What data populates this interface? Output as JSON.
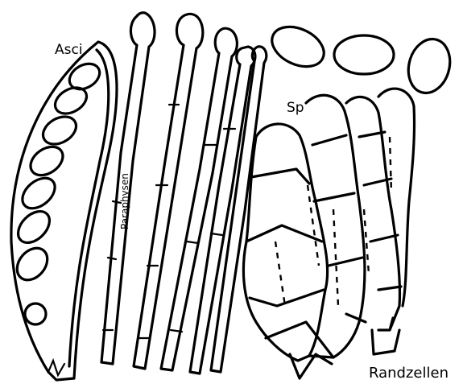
{
  "labels": {
    "asci": "Asci",
    "paraphysen": "Paraphysen",
    "sp": "Sp",
    "randzellen": "Randzellen"
  },
  "colors": {
    "ink": "#000000",
    "background": "#ffffff"
  }
}
